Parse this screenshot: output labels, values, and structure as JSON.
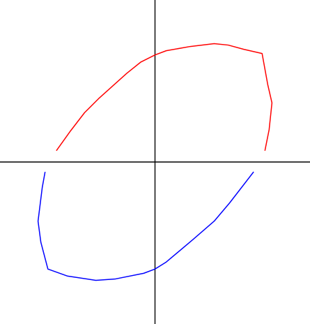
{
  "chart_data": {
    "type": "line",
    "title": "",
    "xlabel": "",
    "ylabel": "",
    "xlim": [
      -1.1,
      1.1
    ],
    "ylim": [
      -1.15,
      1.15
    ],
    "grid": false,
    "legend": "none",
    "axes": {
      "style": "cross-through-origin",
      "color": "#000000",
      "tick_labels": false
    },
    "series": [
      {
        "color": "#ff0000",
        "points": [
          [
            -0.7,
            0.08
          ],
          [
            -0.6,
            0.22
          ],
          [
            -0.5,
            0.35
          ],
          [
            -0.4,
            0.45
          ],
          [
            -0.3,
            0.54
          ],
          [
            -0.2,
            0.63
          ],
          [
            -0.1,
            0.71
          ],
          [
            0.0,
            0.76
          ],
          [
            0.08,
            0.79
          ],
          [
            0.25,
            0.82
          ],
          [
            0.42,
            0.84
          ],
          [
            0.52,
            0.83
          ],
          [
            0.63,
            0.8
          ],
          [
            0.76,
            0.77
          ],
          [
            0.8,
            0.55
          ],
          [
            0.83,
            0.42
          ],
          [
            0.81,
            0.23
          ],
          [
            0.78,
            0.08
          ]
        ]
      },
      {
        "color": "#0000ff",
        "points": [
          [
            -0.78,
            -0.07
          ],
          [
            -0.8,
            -0.18
          ],
          [
            -0.83,
            -0.42
          ],
          [
            -0.81,
            -0.57
          ],
          [
            -0.76,
            -0.76
          ],
          [
            -0.62,
            -0.81
          ],
          [
            -0.42,
            -0.84
          ],
          [
            -0.28,
            -0.83
          ],
          [
            -0.08,
            -0.79
          ],
          [
            0.0,
            -0.76
          ],
          [
            0.08,
            -0.71
          ],
          [
            0.27,
            -0.55
          ],
          [
            0.42,
            -0.42
          ],
          [
            0.53,
            -0.29
          ],
          [
            0.7,
            -0.07
          ]
        ]
      }
    ]
  }
}
